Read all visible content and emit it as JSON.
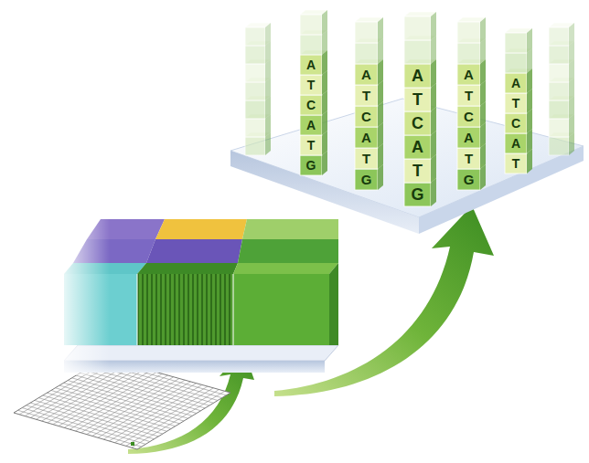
{
  "diagram": {
    "labels": [
      "A",
      "T",
      "C",
      "A",
      "T",
      "G",
      "A",
      "T",
      "C",
      "A",
      "T",
      "G",
      "A",
      "T",
      "C",
      "A",
      "T",
      "G",
      "A",
      "T",
      "C",
      "A",
      "T",
      "G",
      "A",
      "T",
      "C",
      "A",
      "T"
    ]
  }
}
